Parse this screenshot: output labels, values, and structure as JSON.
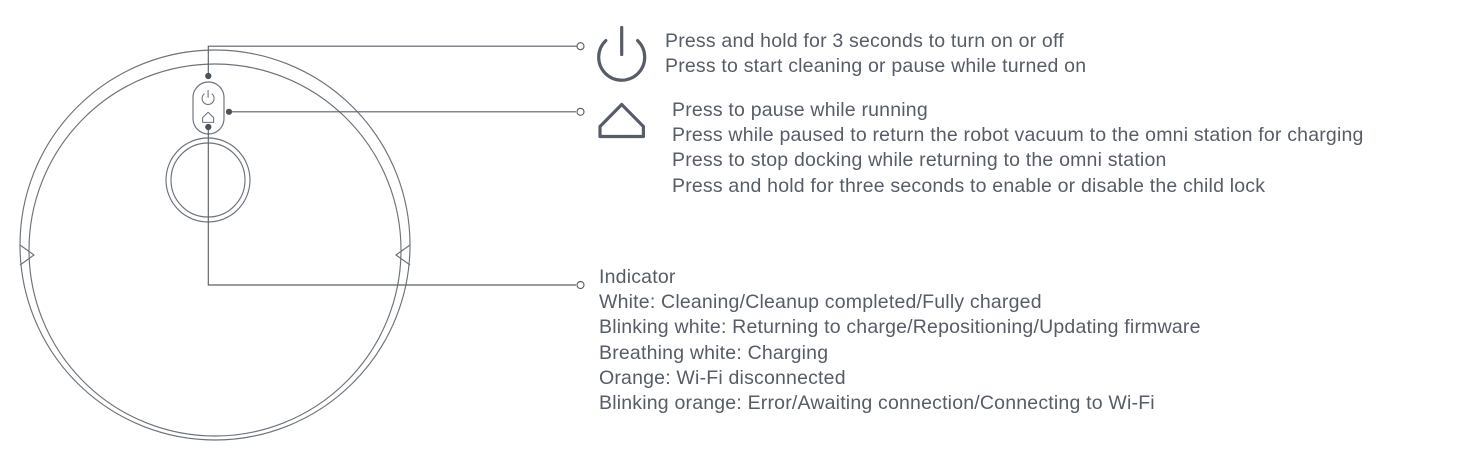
{
  "figure": {
    "title": "Robot vacuum top panel controls and indicator legend",
    "device": "robot-vacuum-top-view",
    "colors": {
      "line": "#5a6069",
      "outline": "#6c727a",
      "text": "#565d66",
      "background": "#ffffff"
    }
  },
  "callouts": [
    {
      "id": "power",
      "icon": "power-icon",
      "lines": [
        "Press and hold for 3 seconds to turn on or off",
        "Press to start cleaning or pause while turned on"
      ]
    },
    {
      "id": "home",
      "icon": "home-icon",
      "lines": [
        "Press to pause while running",
        "Press while paused to return the robot vacuum to the omni station for charging",
        "Press to stop docking while returning to the omni station",
        "Press and hold for three seconds to enable or disable the child lock"
      ]
    },
    {
      "id": "indicator",
      "icon": "none",
      "lines": [
        "Indicator",
        "White: Cleaning/Cleanup completed/Fully charged",
        "Blinking white: Returning to charge/Repositioning/Updating firmware",
        "Breathing white: Charging",
        "Orange: Wi-Fi disconnected",
        "Blinking orange: Error/Awaiting connection/Connecting to Wi-Fi"
      ]
    }
  ],
  "diagram_parts": {
    "body_outer": "outer-body-circle",
    "body_inner": "inner-body-circle",
    "bumper": "front-bumper-arc",
    "lidar": "lidar-turret",
    "button_pad": "button-pad",
    "button_power": "power-button",
    "button_home": "home-button"
  }
}
